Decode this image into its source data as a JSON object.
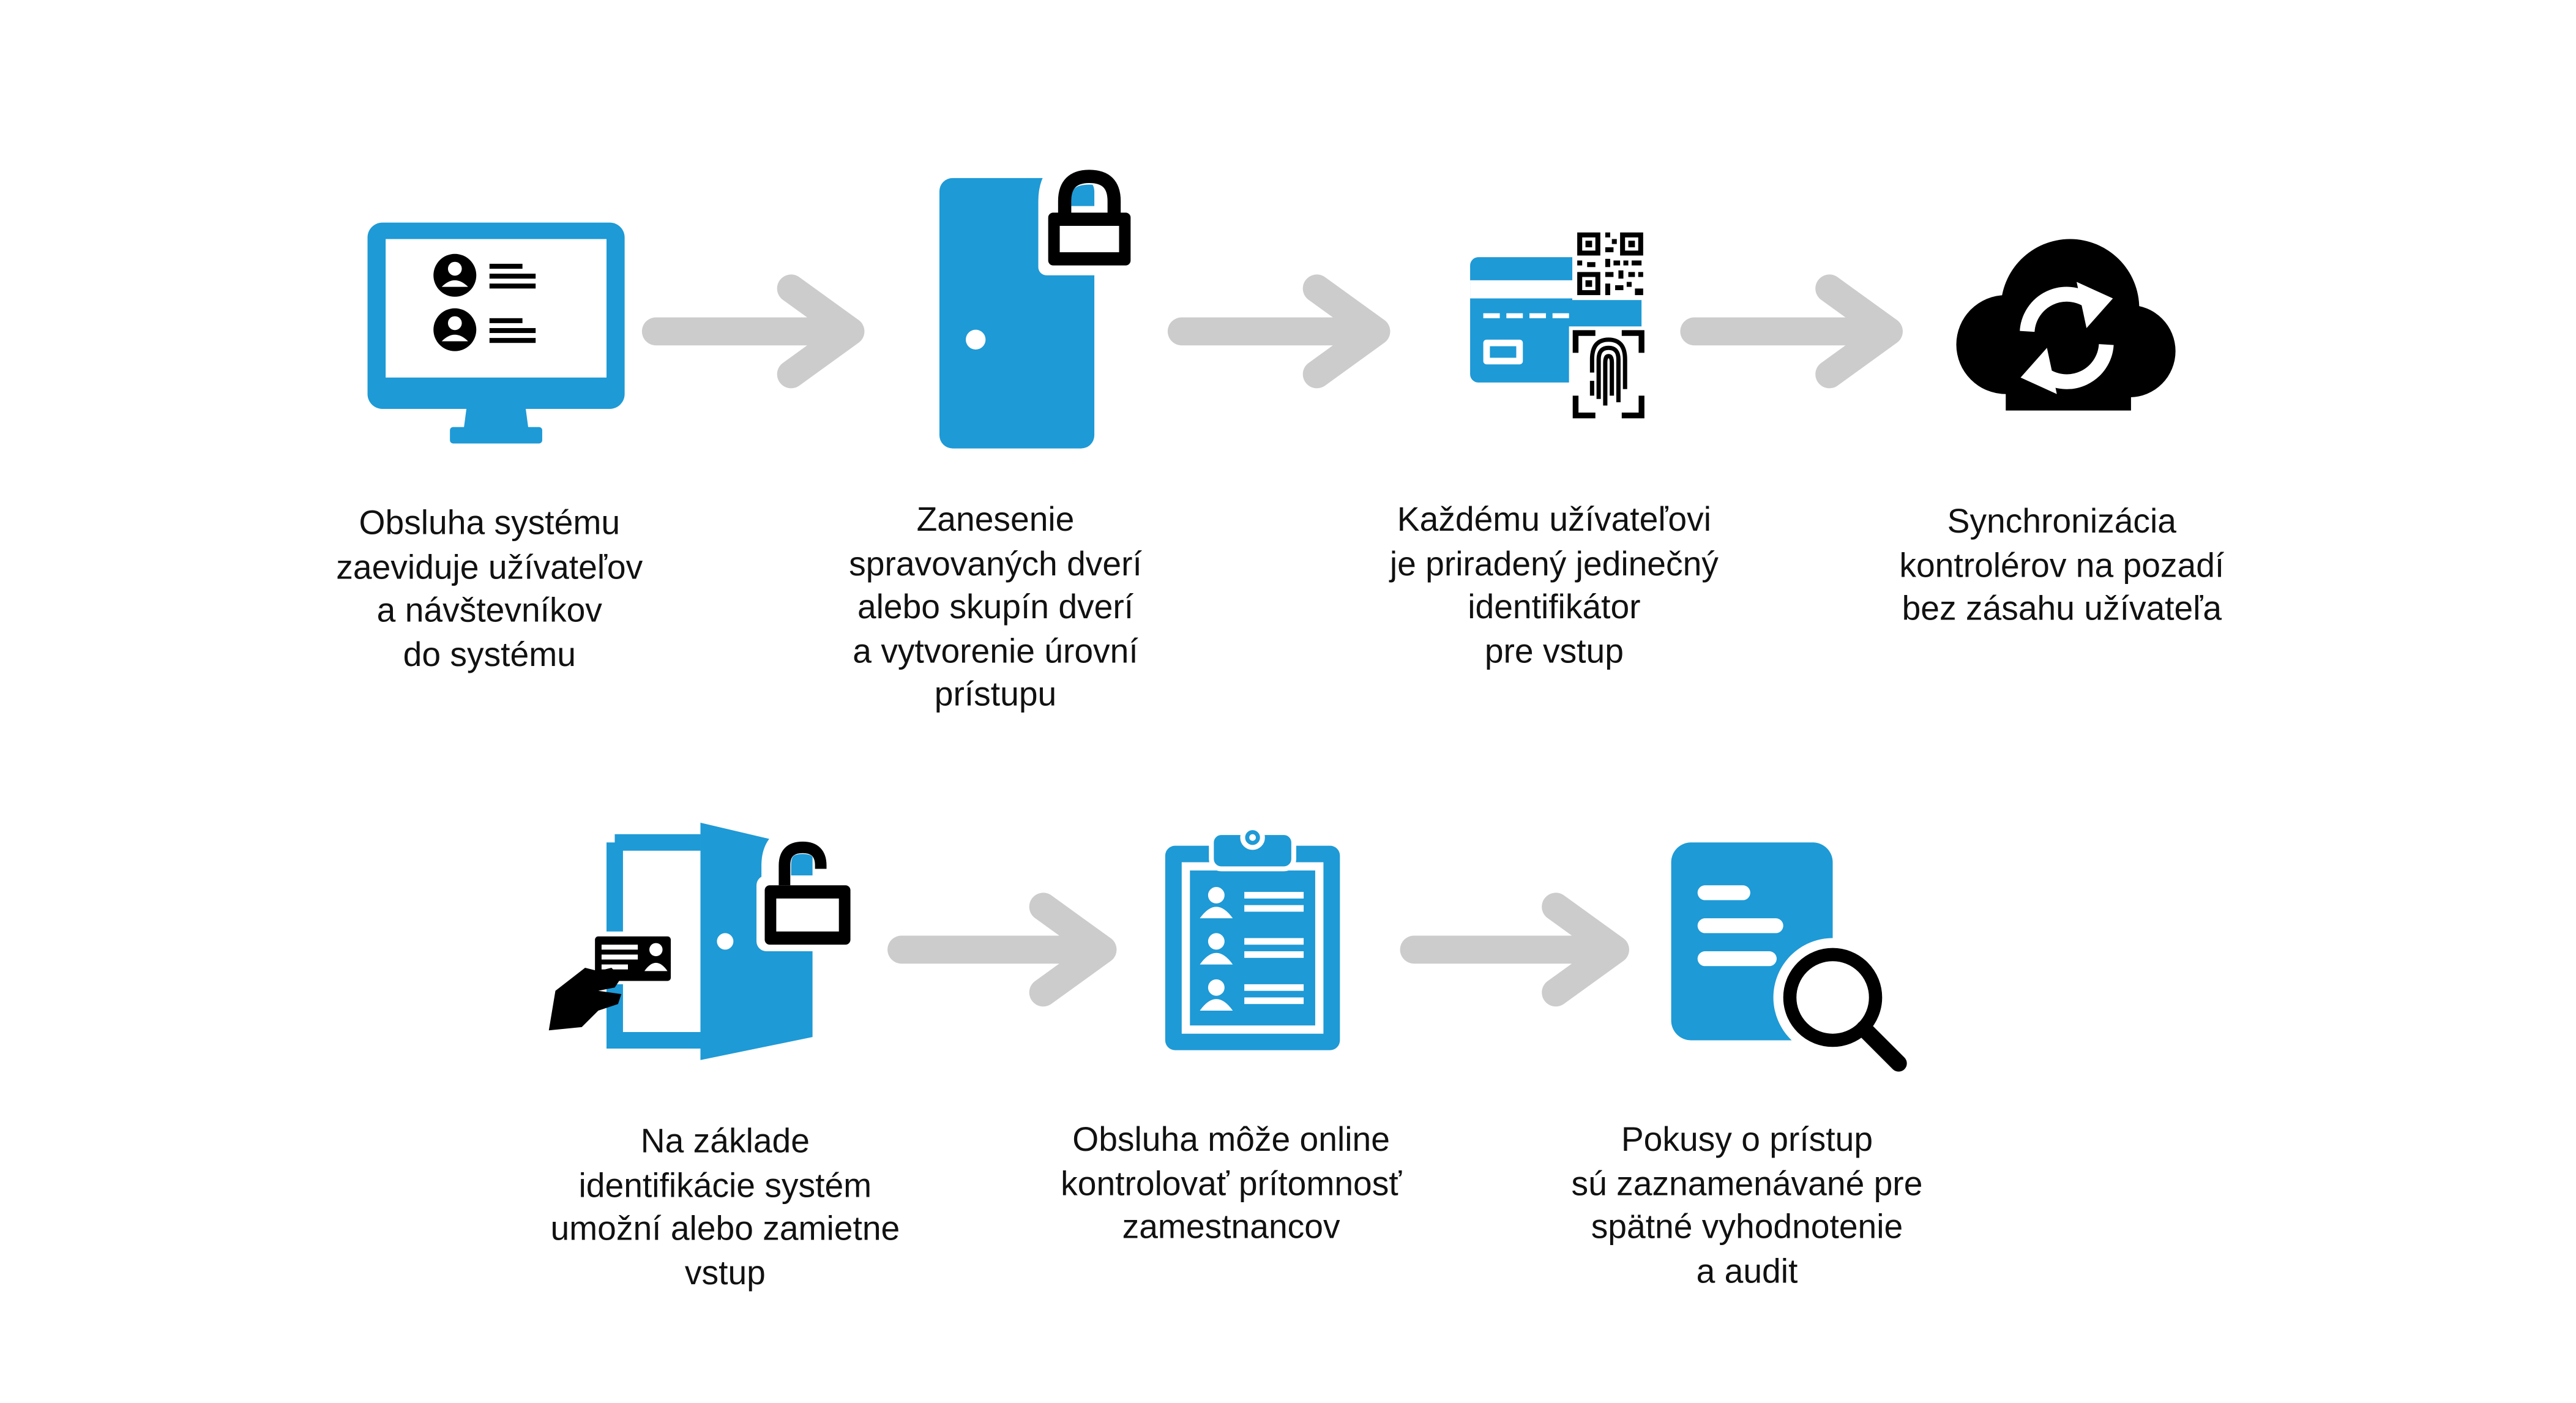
{
  "colors": {
    "accent_blue": "#1e9ad6",
    "arrow_gray": "#cccccc",
    "icon_black": "#000000",
    "text": "#111111",
    "background": "#ffffff"
  },
  "steps": [
    {
      "icon": "monitor-users-icon",
      "caption": "Obsluha systému\nzaeviduje užívateľov\na návštevníkov\ndo systému"
    },
    {
      "icon": "door-lock-icon",
      "caption": "Zanesenie\nspravovaných dverí\nalebo skupín dverí\na vytvorenie úrovní\nprístupu"
    },
    {
      "icon": "card-qr-fingerprint-icon",
      "caption": "Každému užívateľovi\nje priradený jedinečný\nidentifikátor\npre vstup"
    },
    {
      "icon": "cloud-sync-icon",
      "caption": "Synchronizácia\nkontrolérov na pozadí\nbez zásahu užívateľa"
    },
    {
      "icon": "open-door-card-icon",
      "caption": "Na základe\nidentifikácie systém\numožní alebo zamietne\nvstup"
    },
    {
      "icon": "clipboard-attendance-icon",
      "caption": "Obsluha môže online\nkontrolovať prítomnosť\nzamestnancov"
    },
    {
      "icon": "document-search-icon",
      "caption": "Pokusy o prístup\nsú zaznamenávané pre\nspätné vyhodnotenie\na audit"
    }
  ]
}
